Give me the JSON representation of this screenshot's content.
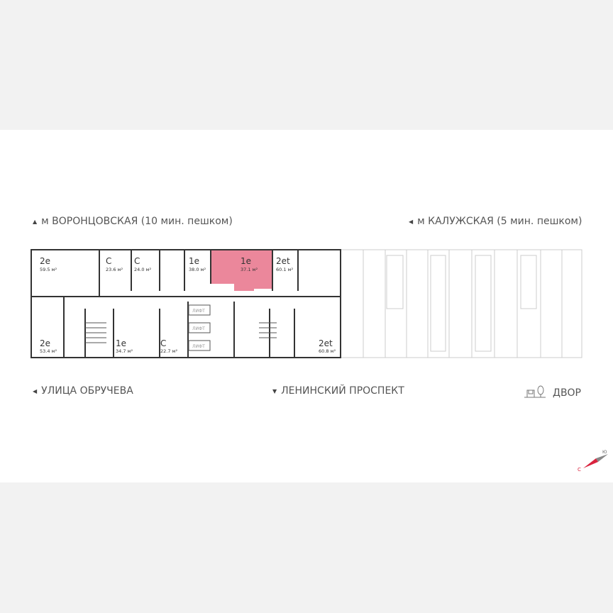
{
  "labels": {
    "metro_left": "м ВОРОНЦОВСКАЯ  (10 мин. пешком)",
    "metro_right": "м КАЛУЖСКАЯ (5 мин. пешком)",
    "street_left": "УЛИЦА ОБРУЧЕВА",
    "street_center": "ЛЕНИНСКИЙ ПРОСПЕКТ",
    "yard": "ДВОР"
  },
  "compass": {
    "north": "С",
    "south": "Ю"
  },
  "lift_label": "ЛИФТ",
  "highlight_color": "#e8728a",
  "units": [
    {
      "type": "2e",
      "area": "59.5 м²"
    },
    {
      "type": "С",
      "area": "23.6 м²"
    },
    {
      "type": "С",
      "area": "24.0 м²"
    },
    {
      "type": "1e",
      "area": "38.0 м²"
    },
    {
      "type": "1e",
      "area": "37.1 м²",
      "selected": true
    },
    {
      "type": "2et",
      "area": "60.1 м²"
    },
    {
      "type": "2e",
      "area": "53.4 м²"
    },
    {
      "type": "1e",
      "area": "34.7 м²"
    },
    {
      "type": "С",
      "area": "22.7 м²"
    },
    {
      "type": "2et",
      "area": "60.8 м²"
    }
  ]
}
